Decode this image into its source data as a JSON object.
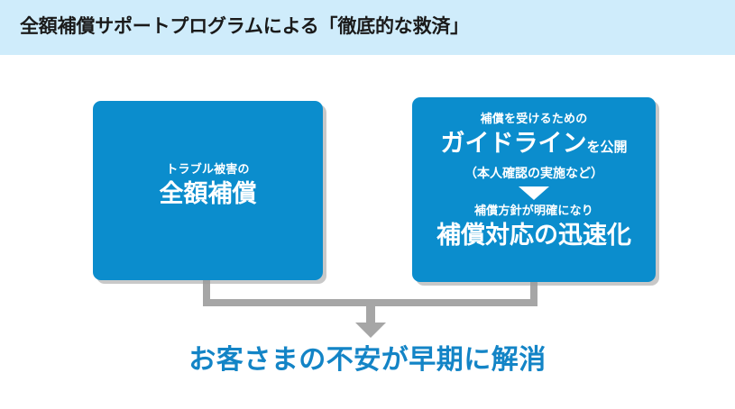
{
  "header": {
    "title": "全額補償サポートプログラムによる「徹底的な救済」",
    "background_color": "#cfecfb",
    "text_color": "#1a1a1a"
  },
  "theme": {
    "box_color": "#0b8dcd",
    "box_text_color": "#ffffff",
    "connector_color": "#a6a6a6",
    "accent_text_color": "#1384c6",
    "page_background": "#ffffff"
  },
  "boxes": [
    {
      "id": "full-compensation",
      "lines": [
        {
          "text": "トラブル被害の",
          "style": "small"
        },
        {
          "text": "全額補償",
          "style": "large"
        }
      ]
    },
    {
      "id": "guideline",
      "lines": [
        {
          "text": "補償を受けるための",
          "style": "small"
        },
        {
          "text": "ガイドライン",
          "suffix": "を公開",
          "style": "large"
        },
        {
          "text": "（本人確認の実施など）",
          "style": "paren"
        },
        {
          "text": "",
          "style": "triangle",
          "icon": "down-triangle-icon"
        },
        {
          "text": "補償方針が明確になり",
          "style": "small"
        },
        {
          "text": "補償対応の迅速化",
          "style": "large"
        }
      ]
    }
  ],
  "connector": {
    "icon": "down-arrow-icon",
    "color": "#a6a6a6"
  },
  "conclusion": {
    "text": "お客さまの不安が早期に解消"
  }
}
